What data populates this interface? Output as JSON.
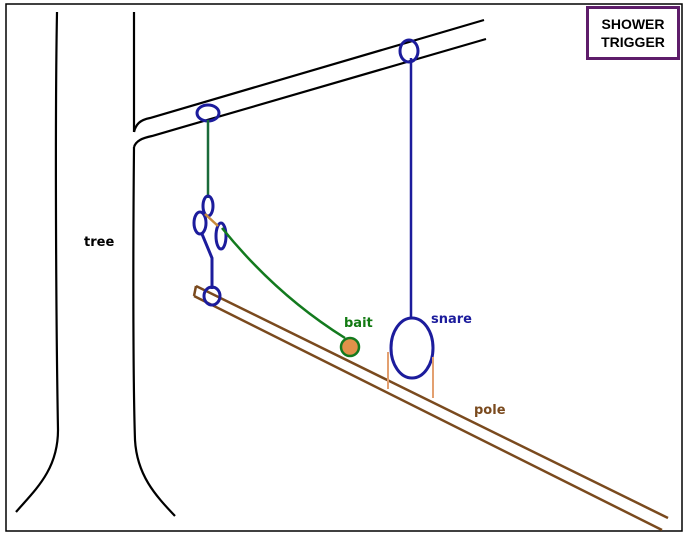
{
  "title": {
    "line1": "SHOWER",
    "line2": "TRIGGER"
  },
  "labels": {
    "tree": "tree",
    "bait": "bait",
    "snare": "snare",
    "pole": "pole"
  },
  "colors": {
    "frame": "#000000",
    "tree": "#000000",
    "branch": "#000000",
    "title_border": "#5e1c6a",
    "snare": "#1c1c9c",
    "trigger_line": "#1a6b3a",
    "bait_line": "#137a1e",
    "bait_fill": "#e0914a",
    "pole": "#7a4a1e",
    "stakes": "#e3a070",
    "label_tree": "#000000",
    "label_bait": "#127a12",
    "label_snare": "#1c1c9c",
    "label_pole": "#7a4a1e"
  }
}
